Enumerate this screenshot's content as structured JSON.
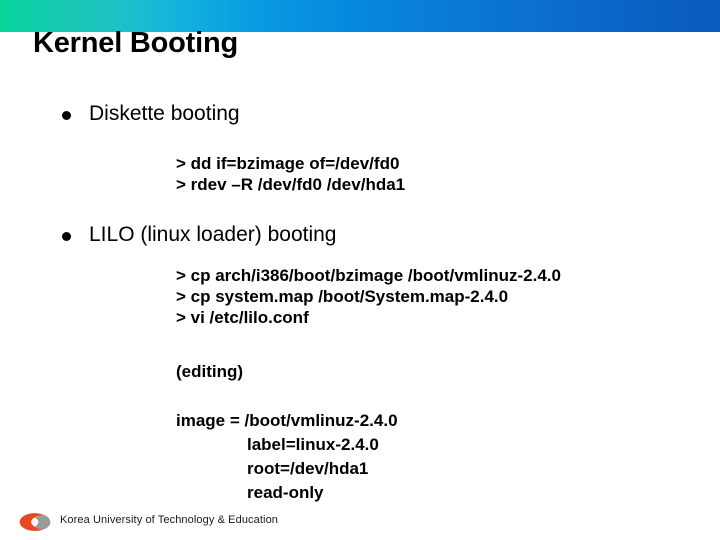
{
  "slide": {
    "title": "Kernel Booting",
    "banner": {
      "gradient_start": "#06d69a",
      "gradient_end": "#0a5cbd"
    },
    "bullets": [
      {
        "marker": "bullet-dot-icon",
        "label": "Diskette booting",
        "commands": [
          "> dd if=bzimage of=/dev/fd0",
          "> rdev –R /dev/fd0 /dev/hda1"
        ]
      },
      {
        "marker": "bullet-dot-icon",
        "label": "LILO (linux loader) booting",
        "commands": [
          "> cp arch/i386/boot/bzimage /boot/vmlinuz-2.4.0",
          "> cp system.map /boot/System.map-2.4.0",
          "> vi /etc/lilo.conf"
        ]
      }
    ],
    "editing_note": "(editing)",
    "config": {
      "lines": [
        {
          "text": "image = /boot/vmlinuz-2.4.0",
          "indent": false
        },
        {
          "text": "label=linux-2.4.0",
          "indent": true
        },
        {
          "text": "root=/dev/hda1",
          "indent": true
        },
        {
          "text": "read-only",
          "indent": true
        }
      ]
    }
  },
  "footer": {
    "logo_name": "kut-logo-icon",
    "logo_colors": {
      "left": "#e8491f",
      "right": "#9b9b9b"
    },
    "text": "Korea University of Technology & Education"
  }
}
